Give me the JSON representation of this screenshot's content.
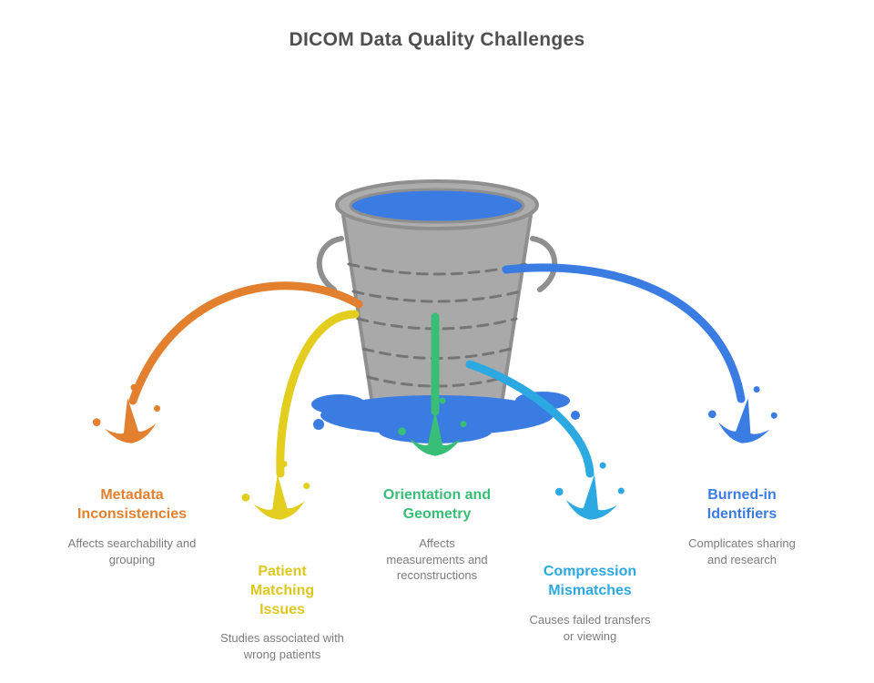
{
  "title": "DICOM Data Quality Challenges",
  "colors": {
    "orange": "#e2802f",
    "yellow": "#e3cd1e",
    "green": "#38be76",
    "cyan": "#2ba9e0",
    "blue": "#3b7ce2",
    "water_blue": "#3b7ce2",
    "bucket_gray": "#a9a9a9",
    "bucket_outline": "#8f8f8f",
    "description_gray": "#7c7c7c",
    "title_gray": "#4f4f4f"
  },
  "bucket": {
    "name": "leaky-bucket"
  },
  "challenges": [
    {
      "id": "metadata-inconsistencies",
      "heading": "Metadata Inconsistencies",
      "description": "Affects searchability and grouping",
      "color": "#e2802f"
    },
    {
      "id": "patient-matching-issues",
      "heading": "Patient Matching Issues",
      "description": "Studies associated with wrong patients",
      "color": "#e3cd1e"
    },
    {
      "id": "orientation-and-geometry",
      "heading": "Orientation and Geometry",
      "description": "Affects measurements and reconstructions",
      "color": "#38be76"
    },
    {
      "id": "compression-mismatches",
      "heading": "Compression Mismatches",
      "description": "Causes failed transfers or viewing",
      "color": "#2ba9e0"
    },
    {
      "id": "burned-in-identifiers",
      "heading": "Burned-in Identifiers",
      "description": "Complicates sharing and research",
      "color": "#3b7ce2"
    }
  ]
}
